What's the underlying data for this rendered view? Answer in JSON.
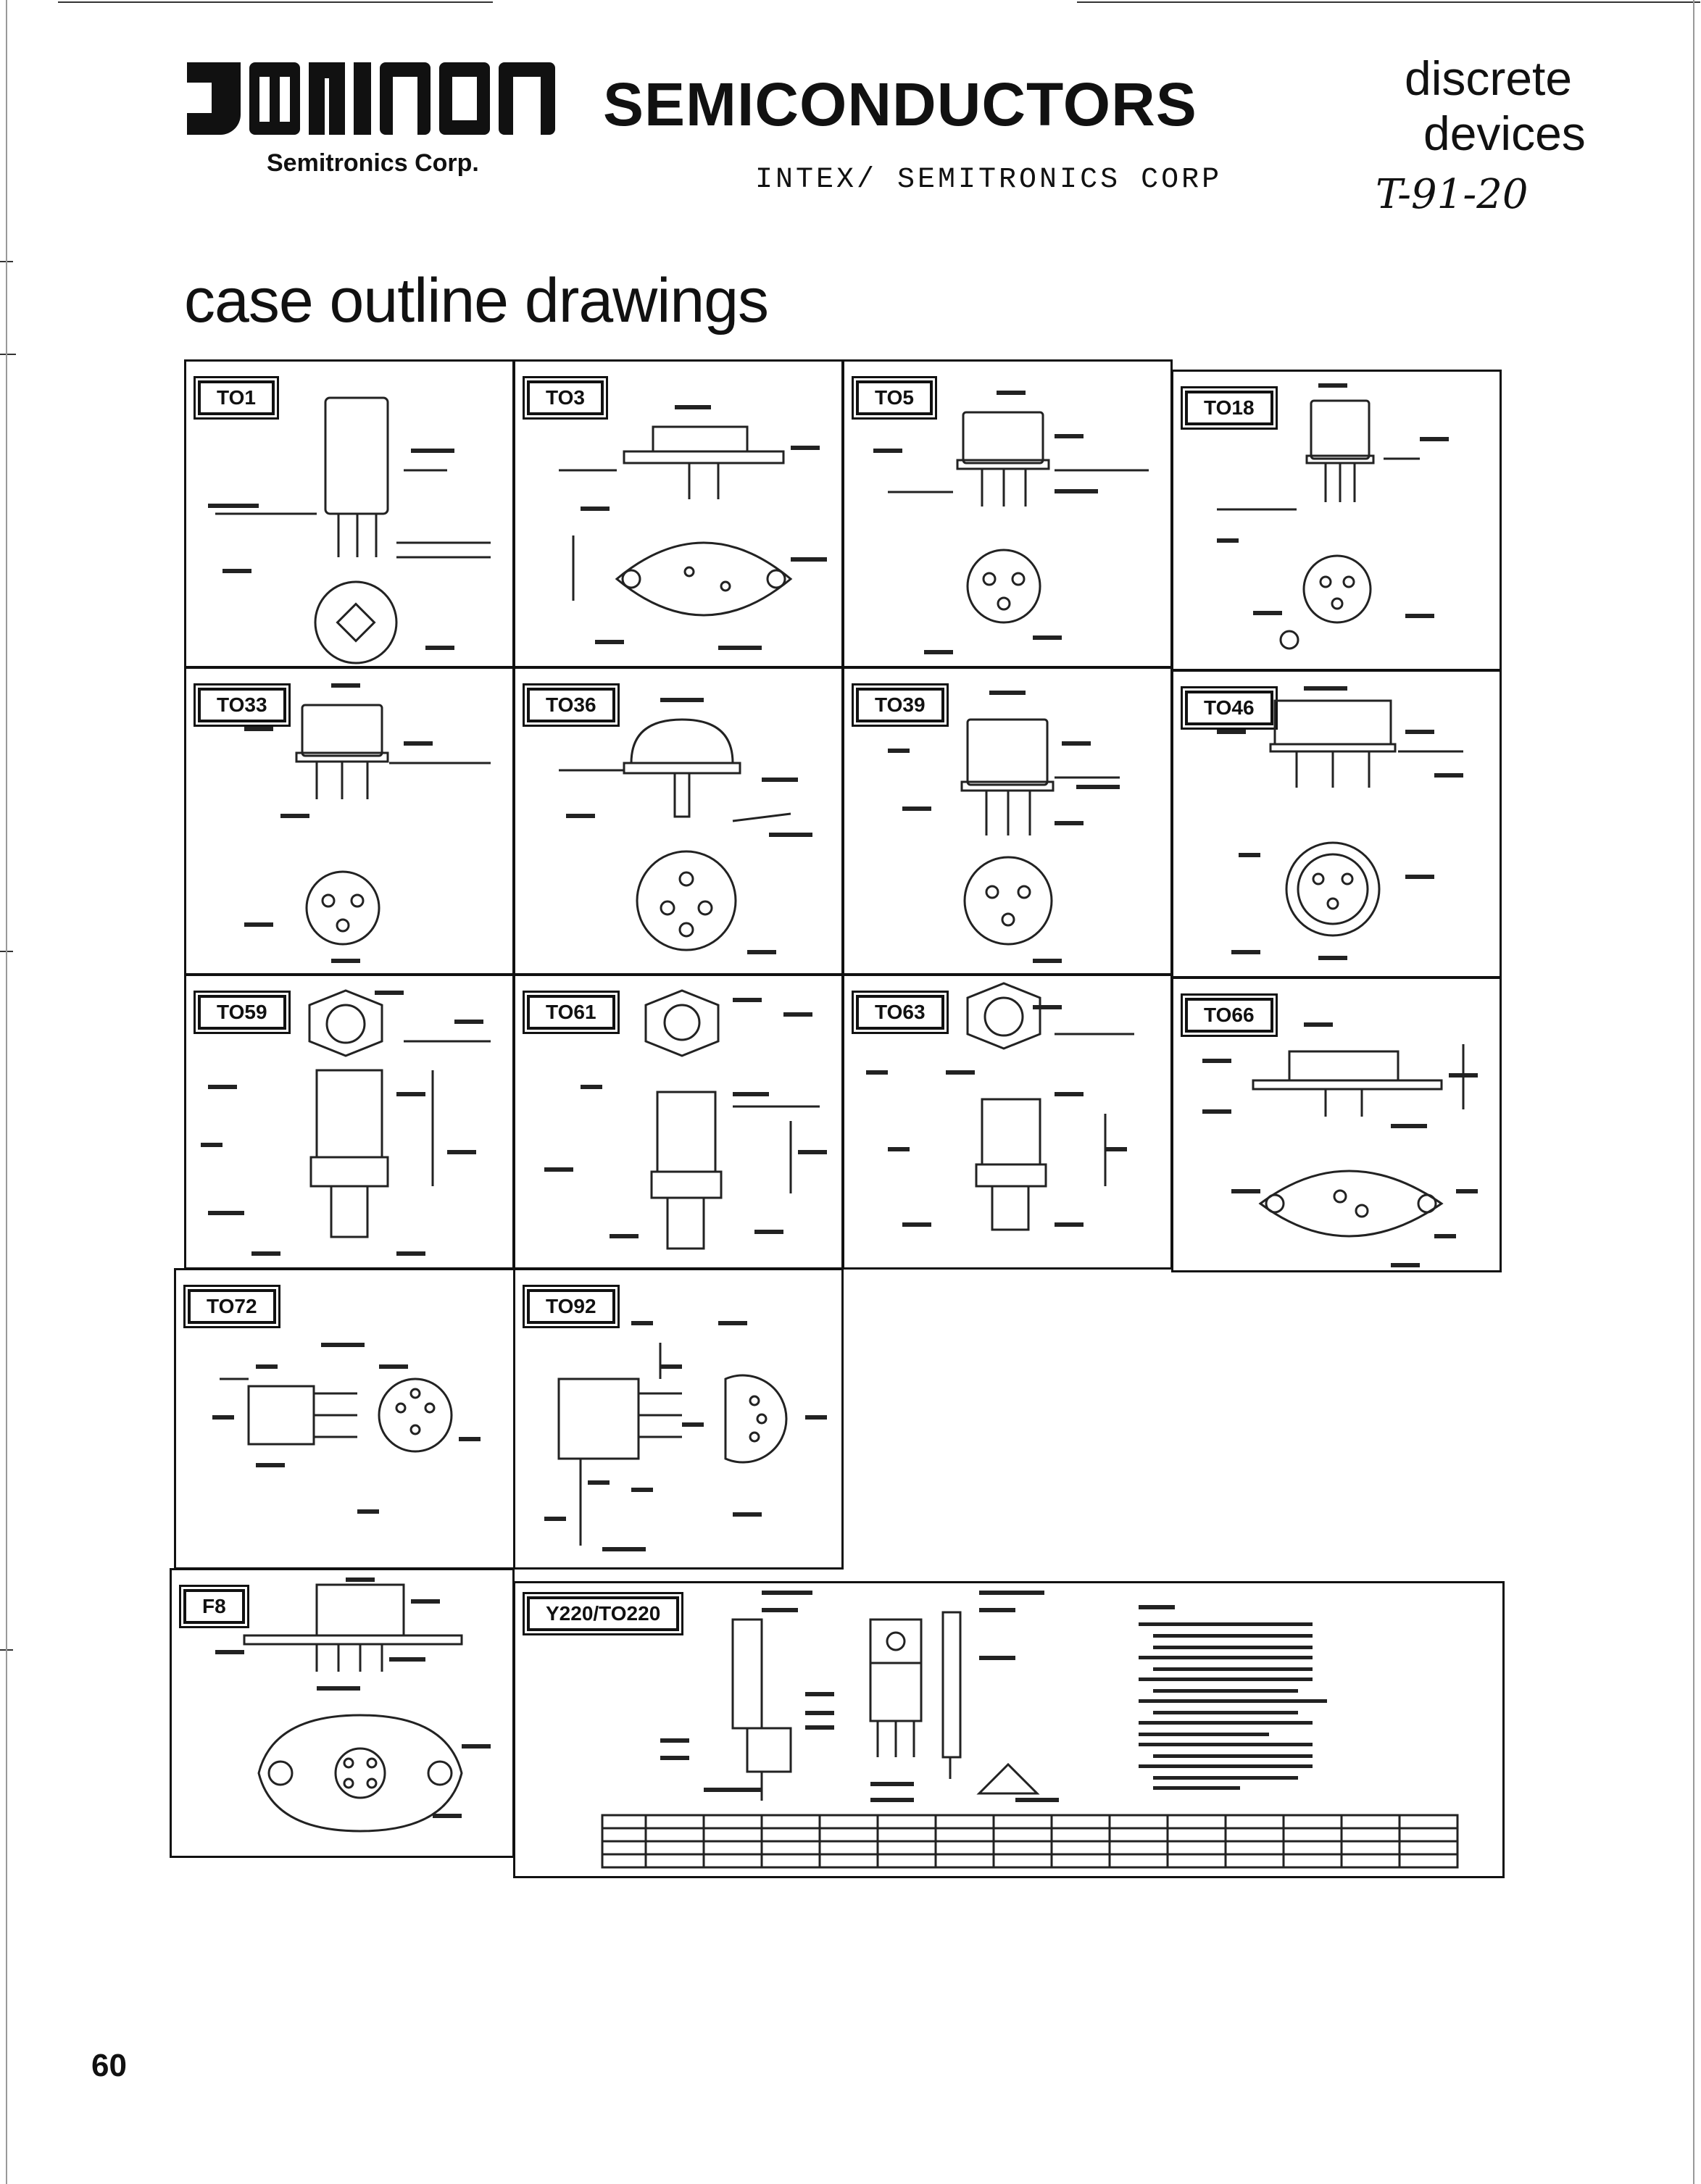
{
  "header": {
    "brand": "SEMICONDUCTORS",
    "company": "Semitronics Corp.",
    "stamp": "INTEX/ SEMITRONICS CORP",
    "category_line1": "discrete",
    "category_line2": "devices",
    "handwritten": "T-91-20"
  },
  "section_title": "case outline drawings",
  "cases": [
    {
      "label": "TO1"
    },
    {
      "label": "TO3"
    },
    {
      "label": "TO5"
    },
    {
      "label": "TO18"
    },
    {
      "label": "TO33"
    },
    {
      "label": "TO36"
    },
    {
      "label": "TO39"
    },
    {
      "label": "TO46"
    },
    {
      "label": "TO59"
    },
    {
      "label": "TO61"
    },
    {
      "label": "TO63"
    },
    {
      "label": "TO66"
    },
    {
      "label": "TO72"
    },
    {
      "label": "TO92"
    },
    {
      "label": "F8"
    },
    {
      "label": "Y220/TO220"
    }
  ],
  "page_number": "60"
}
